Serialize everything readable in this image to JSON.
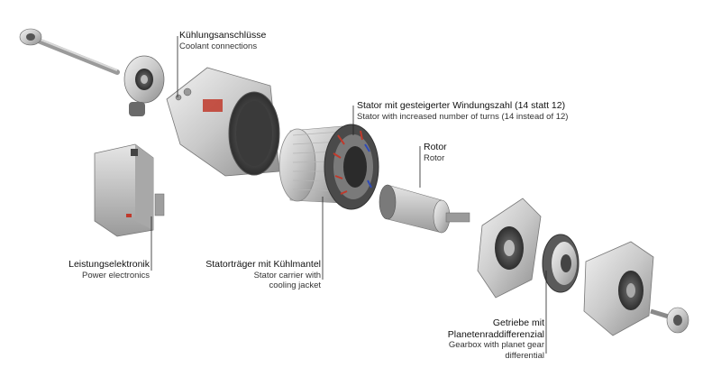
{
  "labels": {
    "coolant": {
      "de": "Kühlungsanschlüsse",
      "en": "Coolant connections"
    },
    "stator": {
      "de": "Stator mit gesteigerter Windungszahl (14 statt 12)",
      "en": "Stator with increased number of turns (14 instead of 12)"
    },
    "rotor": {
      "de": "Rotor",
      "en": "Rotor"
    },
    "power": {
      "de": "Leistungselektronik",
      "en": "Power electronics"
    },
    "carrier": {
      "de": "Statorträger mit Kühlmantel",
      "en1": "Stator carrier with",
      "en2": "cooling jacket"
    },
    "gearbox": {
      "de1": "Getriebe mit",
      "de2": "Planetenraddifferenzial",
      "en1": "Gearbox with planet gear",
      "en2": "differential"
    }
  }
}
